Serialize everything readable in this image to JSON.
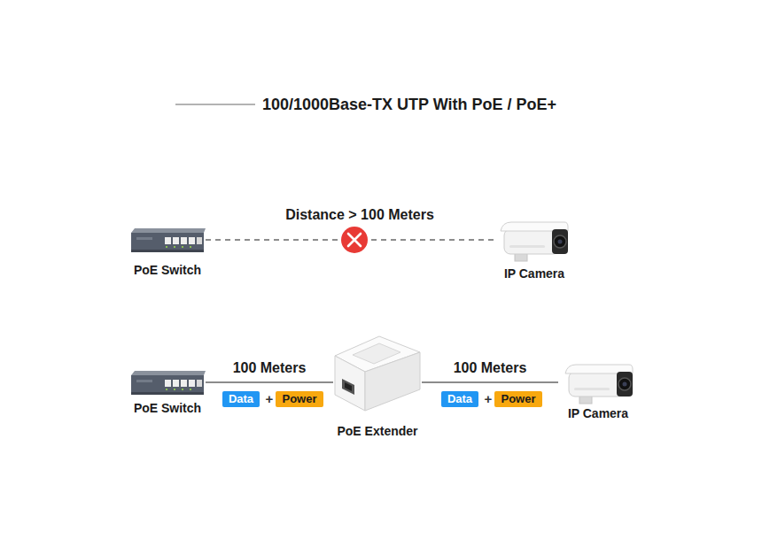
{
  "diagram": {
    "title": "100/1000Base-TX UTP With PoE / PoE+",
    "nodes": [
      {
        "text": [
          "PoE Switch"
        ]
      },
      {
        "text": [
          "IP Camera"
        ]
      },
      {
        "text": [
          "PoE Switch"
        ]
      },
      {
        "text": [
          "Data"
        ]
      },
      {
        "text": [
          "Power"
        ]
      },
      {
        "text": [
          "PoE Extender"
        ]
      },
      {
        "text": [
          "Data"
        ]
      },
      {
        "text": [
          "Power"
        ]
      },
      {
        "text": [
          "IP Camera"
        ]
      }
    ],
    "edges": [
      {
        "from": 0,
        "to": 1,
        "arrow": "none",
        "label": "Distance > 100 Meters"
      },
      {
        "from": 2,
        "to": 5,
        "arrow": "none",
        "label": "100 Meters"
      },
      {
        "from": 5,
        "to": 8,
        "arrow": "none",
        "label": "100 Meters"
      }
    ],
    "labels": [
      "+",
      "+"
    ]
  }
}
